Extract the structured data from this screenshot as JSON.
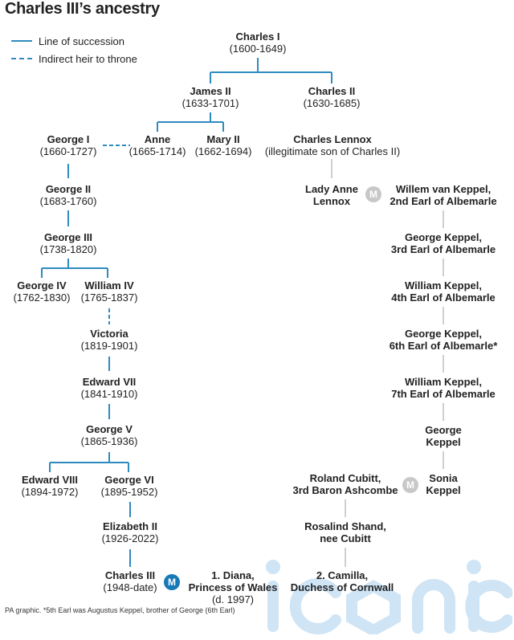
{
  "title": "Charles III’s ancestry",
  "legend": {
    "solid_label": "Line of succession",
    "dashed_label": "Indirect heir to throne"
  },
  "people": {
    "charles_i": {
      "name": "Charles I",
      "dates": "(1600-1649)"
    },
    "james_ii": {
      "name": "James II",
      "dates": "(1633-1701)"
    },
    "charles_ii": {
      "name": "Charles II",
      "dates": "(1630-1685)"
    },
    "anne": {
      "name": "Anne",
      "dates": "(1665-1714)"
    },
    "mary_ii": {
      "name": "Mary II",
      "dates": "(1662-1694)"
    },
    "george_i": {
      "name": "George I",
      "dates": "(1660-1727)"
    },
    "charles_lennox": {
      "name": "Charles Lennox",
      "dates": "(illegitimate son of Charles II)"
    },
    "george_ii": {
      "name": "George II",
      "dates": "(1683-1760)"
    },
    "lady_anne_lennox": {
      "name": "Lady Anne",
      "name2": "Lennox"
    },
    "willem_van_keppel": {
      "name": "Willem van Keppel,",
      "name2": "2nd Earl of Albemarle"
    },
    "george_iii": {
      "name": "George III",
      "dates": "(1738-1820)"
    },
    "george_keppel_3": {
      "name": "George Keppel,",
      "name2": "3rd Earl of Albemarle"
    },
    "george_iv": {
      "name": "George IV",
      "dates": "(1762-1830)"
    },
    "william_iv": {
      "name": "William IV",
      "dates": "(1765-1837)"
    },
    "william_keppel_4": {
      "name": "William Keppel,",
      "name2": "4th Earl of Albemarle"
    },
    "victoria": {
      "name": "Victoria",
      "dates": "(1819-1901)"
    },
    "george_keppel_6": {
      "name": "George Keppel,",
      "name2": "6th Earl of Albemarle*"
    },
    "edward_vii": {
      "name": "Edward VII",
      "dates": "(1841-1910)"
    },
    "william_keppel_7": {
      "name": "William Keppel,",
      "name2": "7th Earl of Albemarle"
    },
    "george_v": {
      "name": "George V",
      "dates": "(1865-1936)"
    },
    "george_keppel": {
      "name": "George",
      "name2": "Keppel"
    },
    "edward_viii": {
      "name": "Edward VIII",
      "dates": "(1894-1972)"
    },
    "george_vi": {
      "name": "George VI",
      "dates": "(1895-1952)"
    },
    "roland_cubitt": {
      "name": "Roland Cubitt,",
      "name2": "3rd Baron Ashcombe"
    },
    "sonia_keppel": {
      "name": "Sonia",
      "name2": "Keppel"
    },
    "elizabeth_ii": {
      "name": "Elizabeth II",
      "dates": "(1926-2022)"
    },
    "rosalind_shand": {
      "name": "Rosalind Shand,",
      "name2": "nee Cubitt"
    },
    "charles_iii": {
      "name": "Charles III",
      "dates": "(1948-date)"
    },
    "diana": {
      "name": "1. Diana,",
      "name2": "Princess of Wales",
      "dates": "(d. 1997)"
    },
    "camilla": {
      "name": "2. Camilla,",
      "name2": "Duchess of Cornwall"
    }
  },
  "marriage_badge": "M",
  "footer": "PA graphic. *5th Earl was Augustus Keppel, brother of George (6th Earl)",
  "watermark": "iconic",
  "colors": {
    "line": "#2e8bc0",
    "gray_line": "#cfcfcf",
    "marriage_blue": "#1779b8",
    "marriage_gray": "#c8c8c8",
    "watermark": "#cfe4f5"
  }
}
